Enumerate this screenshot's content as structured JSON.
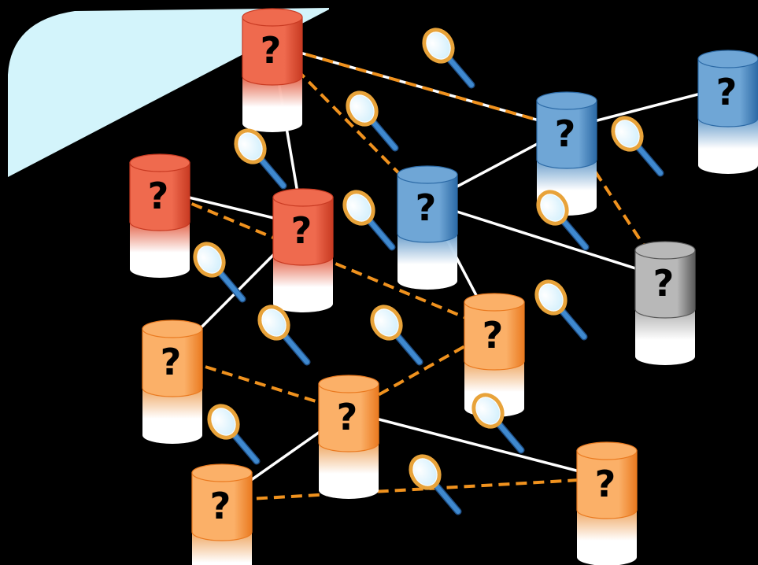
{
  "colors": {
    "background": "#000000",
    "panel": "#d3f4fb",
    "solid_link": "#ffffff",
    "dashed_link": "#f0921e",
    "red_body": "#ef6a4e",
    "red_dark": "#c83a22",
    "blue_body": "#6fa6d6",
    "blue_dark": "#2c6aa6",
    "orange_body": "#fbb068",
    "orange_dark": "#ea7a20",
    "gray_body": "#b8b8b8",
    "gray_dark": "#5a5a5a",
    "lens_rim": "#e8a33a",
    "lens_glass": "#cfeefc",
    "handle": "#3f89cf"
  },
  "unknown_mark": "?",
  "databases": [
    {
      "id": "db-red-top",
      "group": "red"
    },
    {
      "id": "db-red-left",
      "group": "red"
    },
    {
      "id": "db-red-center",
      "group": "red"
    },
    {
      "id": "db-blue-center",
      "group": "blue"
    },
    {
      "id": "db-blue-mid",
      "group": "blue"
    },
    {
      "id": "db-blue-right",
      "group": "blue"
    },
    {
      "id": "db-gray-right",
      "group": "gray"
    },
    {
      "id": "db-orange-left",
      "group": "orange"
    },
    {
      "id": "db-orange-center",
      "group": "orange"
    },
    {
      "id": "db-orange-mid",
      "group": "orange"
    },
    {
      "id": "db-orange-bottom-left",
      "group": "orange"
    },
    {
      "id": "db-orange-bottom-right",
      "group": "orange"
    }
  ],
  "links": [
    {
      "from": "db-red-top",
      "to": "db-red-center",
      "style": "solid"
    },
    {
      "from": "db-red-top",
      "to": "db-blue-mid",
      "style": "solid"
    },
    {
      "from": "db-red-top",
      "to": "db-blue-mid",
      "style": "dashed"
    },
    {
      "from": "db-red-top",
      "to": "db-blue-center",
      "style": "dashed"
    },
    {
      "from": "db-red-left",
      "to": "db-red-center",
      "style": "solid"
    },
    {
      "from": "db-red-left",
      "to": "db-orange-mid",
      "style": "dashed"
    },
    {
      "from": "db-red-center",
      "to": "db-orange-left",
      "style": "solid"
    },
    {
      "from": "db-blue-center",
      "to": "db-blue-mid",
      "style": "solid"
    },
    {
      "from": "db-blue-center",
      "to": "db-gray-right",
      "style": "solid"
    },
    {
      "from": "db-blue-center",
      "to": "db-orange-mid",
      "style": "solid"
    },
    {
      "from": "db-blue-mid",
      "to": "db-blue-right",
      "style": "solid"
    },
    {
      "from": "db-blue-mid",
      "to": "db-gray-right",
      "style": "dashed"
    },
    {
      "from": "db-orange-left",
      "to": "db-orange-center",
      "style": "dashed"
    },
    {
      "from": "db-orange-center",
      "to": "db-orange-mid",
      "style": "dashed"
    },
    {
      "from": "db-orange-center",
      "to": "db-orange-bottom-right",
      "style": "solid"
    },
    {
      "from": "db-orange-center",
      "to": "db-orange-bottom-left",
      "style": "solid"
    },
    {
      "from": "db-orange-bottom-left",
      "to": "db-orange-bottom-right",
      "style": "dashed"
    }
  ],
  "magnifier_count": 14
}
